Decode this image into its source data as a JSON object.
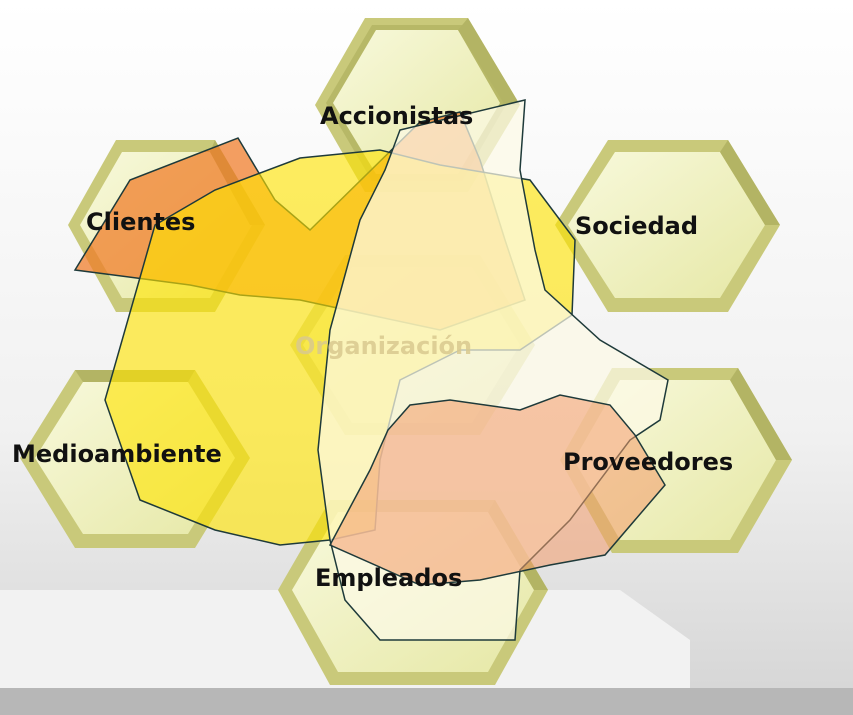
{
  "nodes": {
    "accionistas": "Accionistas",
    "clientes": "Clientes",
    "sociedad": "Sociedad",
    "organizacion": "Organización",
    "medioambiente": "Medioambiente",
    "proveedores": "Proveedores",
    "empleados": "Empleados"
  },
  "colors": {
    "hex_face": "#eef0b8",
    "hex_face_light": "#f7f8d6",
    "hex_side": "#c9c97a",
    "hex_side_dark": "#a9a95a",
    "blob_orange": "#f07a26",
    "blob_yellow": "#ffe400",
    "blob_pale": "#fbf7e0",
    "blob_pink": "#f6b08c"
  }
}
